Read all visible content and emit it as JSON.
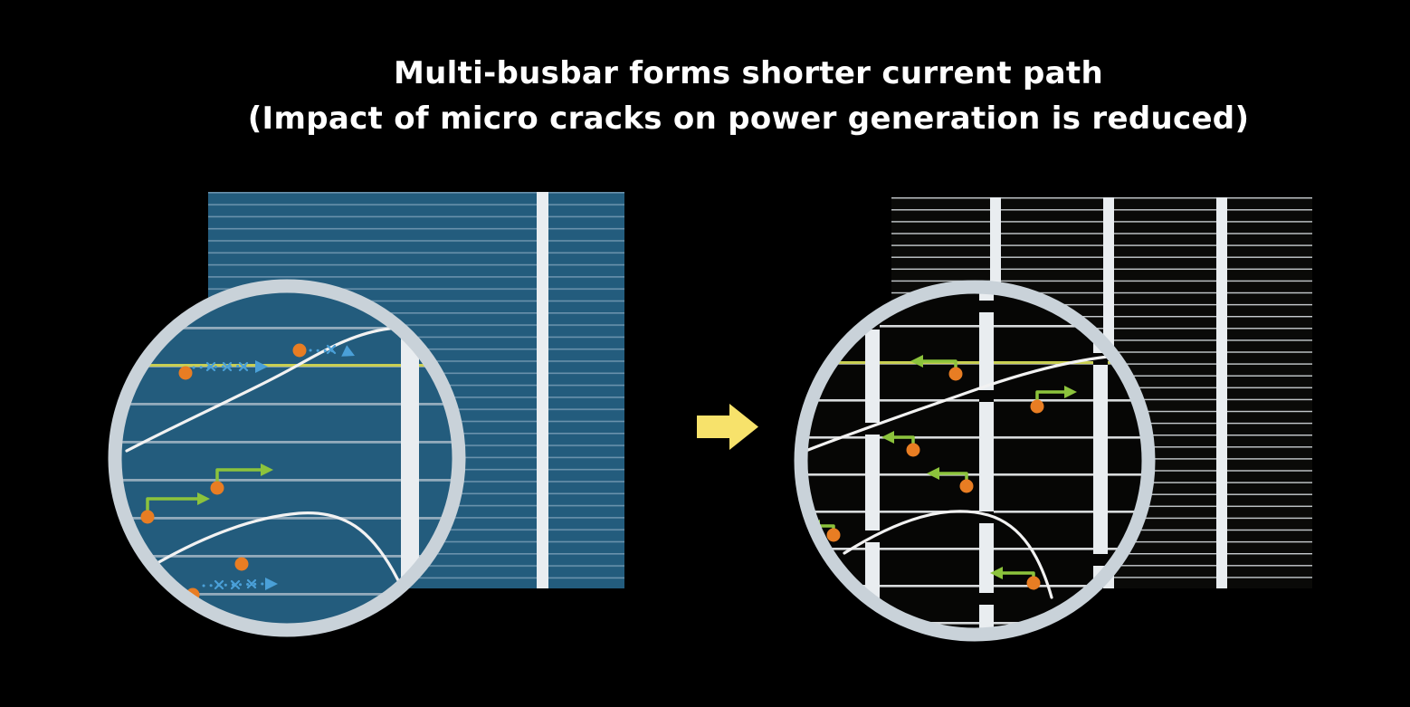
{
  "title": {
    "line1": "Multi-busbar forms shorter current path",
    "line2": "(Impact of micro cracks on power generation is reduced)"
  },
  "colors": {
    "background": "#000000",
    "title_text": "#ffffff",
    "cell_blue": "#235c7d",
    "cell_blue_finger": "#6a92ac",
    "zoom_blue_finger": "#93abbc",
    "cell_black": "#0a0a08",
    "zoom_black": "#060605",
    "cell_black_finger": "#c6cbce",
    "zoom_black_finger": "#d7dadc",
    "busbar": "#e9edf0",
    "ring": "#c9d2d9",
    "highlight_line_yellow": "#c9cf52",
    "crack_white": "#f2f2f2",
    "electron_orange": "#e87d23",
    "long_path_blue": "#4aa0d8",
    "short_path_green": "#8cc33c",
    "transition_arrow_yellow": "#f7e26b"
  },
  "figure": {
    "left_cell": "conventional-busbar-cell",
    "right_cell": "multi-busbar-cell",
    "left_visible_busbars": 1,
    "right_visible_busbars": 3
  }
}
